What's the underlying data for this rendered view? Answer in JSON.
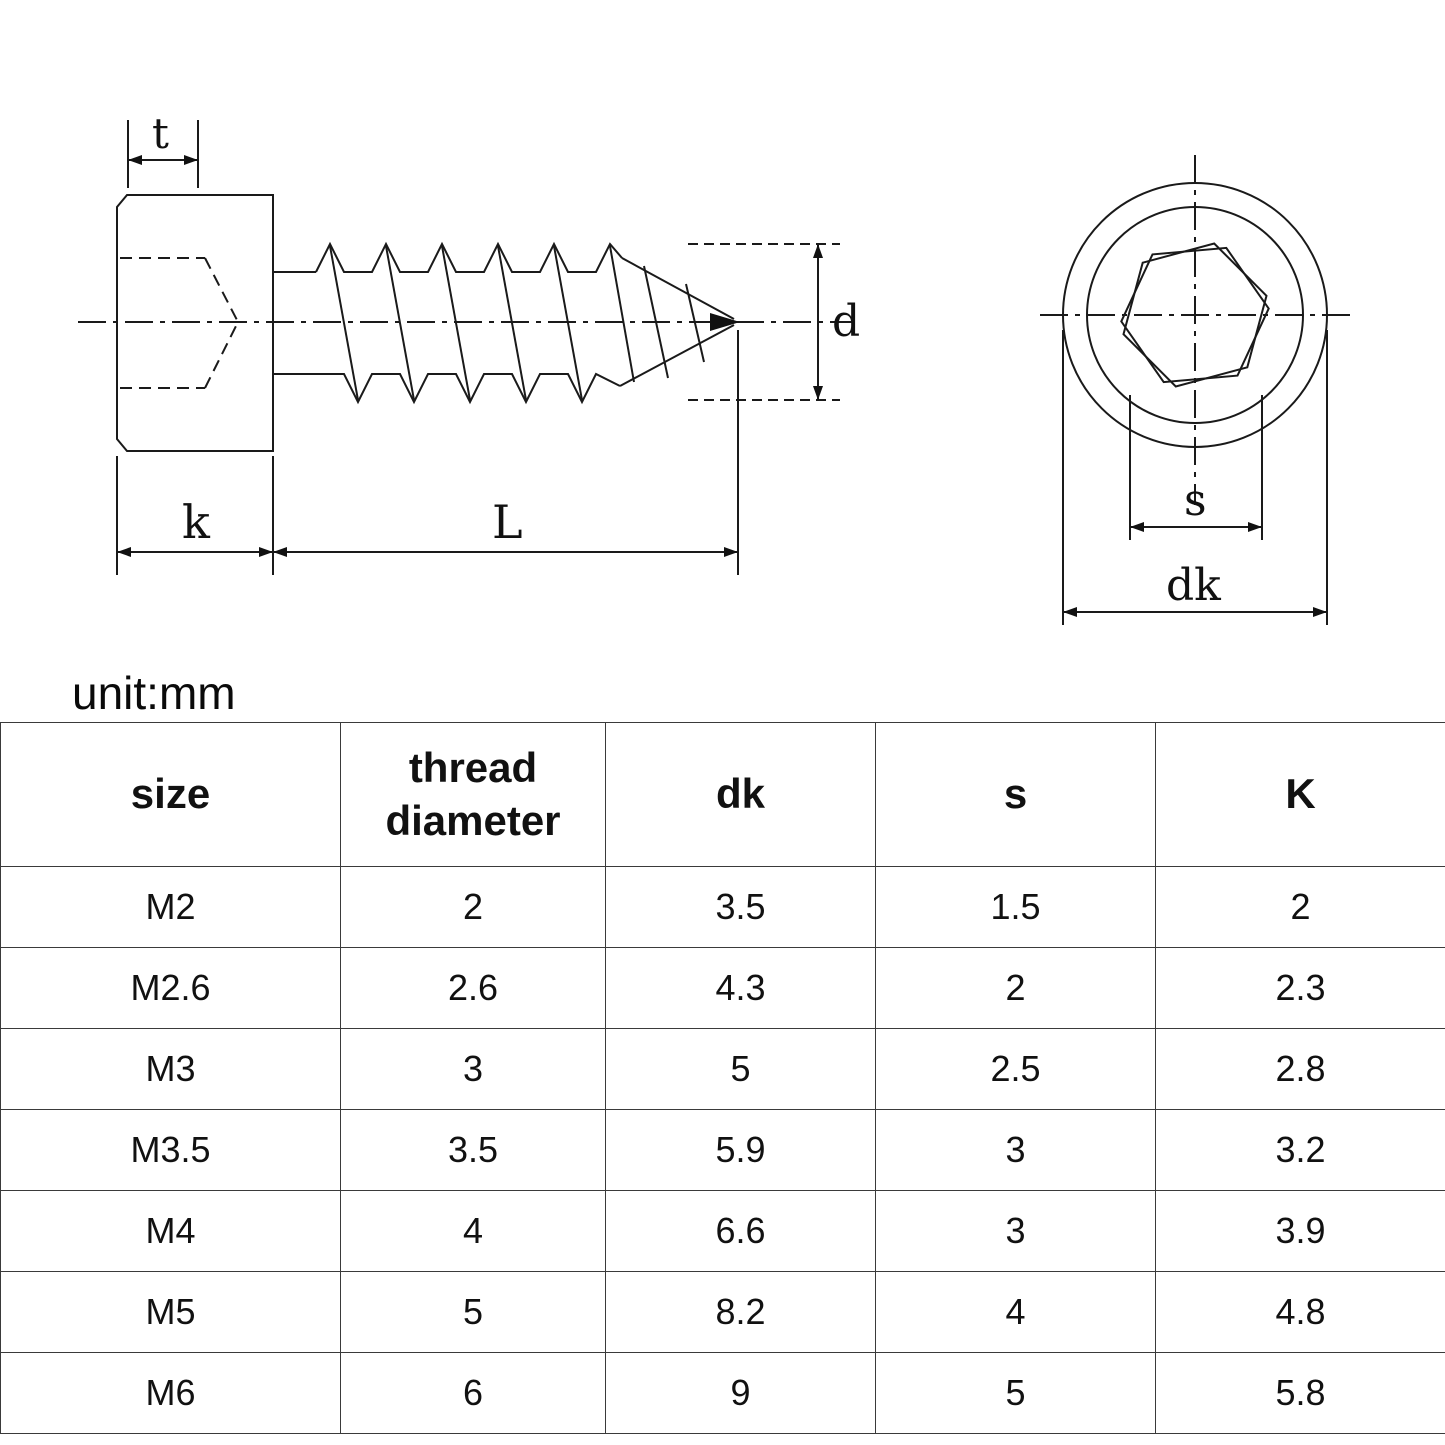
{
  "unit_label": "unit:mm",
  "diagram": {
    "labels": {
      "t": "t",
      "d": "d",
      "k": "k",
      "L": "L",
      "s": "s",
      "dk": "dk"
    }
  },
  "table": {
    "headers": [
      "size",
      "thread diameter",
      "dk",
      "s",
      "K"
    ],
    "rows": [
      [
        "M2",
        "2",
        "3.5",
        "1.5",
        "2"
      ],
      [
        "M2.6",
        "2.6",
        "4.3",
        "2",
        "2.3"
      ],
      [
        "M3",
        "3",
        "5",
        "2.5",
        "2.8"
      ],
      [
        "M3.5",
        "3.5",
        "5.9",
        "3",
        "3.2"
      ],
      [
        "M4",
        "4",
        "6.6",
        "3",
        "3.9"
      ],
      [
        "M5",
        "5",
        "8.2",
        "4",
        "4.8"
      ],
      [
        "M6",
        "6",
        "9",
        "5",
        "5.8"
      ]
    ]
  }
}
